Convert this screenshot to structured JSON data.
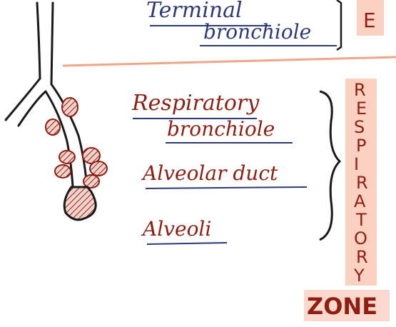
{
  "labels": {
    "terminal_line1": "Terminal",
    "terminal_line2": "bronchiole",
    "zone_top_letter": "E",
    "resp_bronchiole_line1": "Respiratory",
    "resp_bronchiole_line2": "bronchiole",
    "alveolar_duct": "Alveolar duct",
    "alveoli": "Alveoli",
    "zone_word_letters": [
      "R",
      "E",
      "S",
      "P",
      "I",
      "R",
      "A",
      "T",
      "O",
      "R",
      "Y"
    ],
    "zone_bottom": "ZONE"
  },
  "colors": {
    "ink_black": "#1a1a1a",
    "ink_blue": "#2d3a78",
    "ink_red": "#8e1f12",
    "divider": "#f0a58a",
    "highlight": "#f6a98d",
    "alveoli_fill": "#c97060"
  },
  "icons": {
    "brace": "curly-brace",
    "alveoli_cluster": "hatched-sac"
  }
}
